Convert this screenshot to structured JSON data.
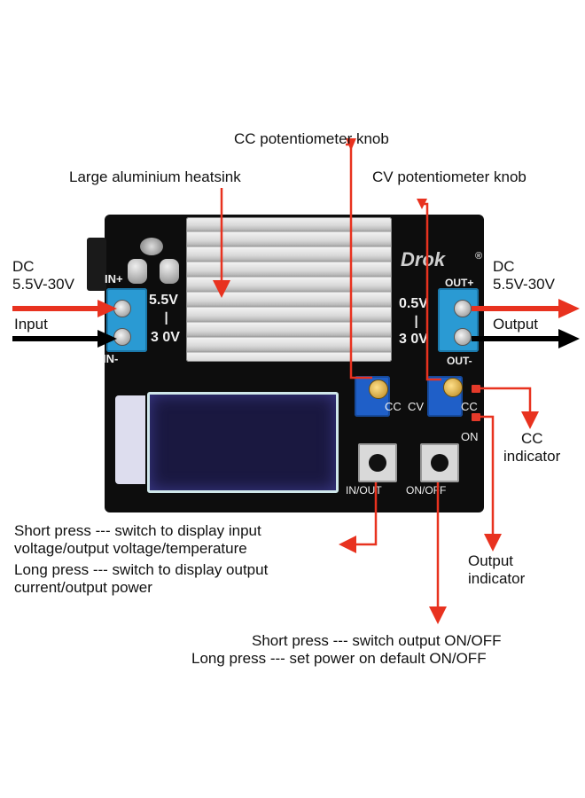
{
  "labels": {
    "cc_knob": "CC potentiometer knob",
    "heatsink": "Large aluminium heatsink",
    "cv_knob": "CV potentiometer knob",
    "input_dc": "DC",
    "input_range": "5.5V-30V",
    "input": "Input",
    "output_dc": "DC",
    "output_range": "5.5V-30V",
    "output": "Output",
    "cc_indicator_1": "CC",
    "cc_indicator_2": "indicator",
    "output_indicator_1": "Output",
    "output_indicator_2": "indicator",
    "inout_line1": "Short press --- switch to display input",
    "inout_line2": "voltage/output voltage/temperature",
    "inout_line3": "Long press --- switch to display output",
    "inout_line4": "current/output power",
    "onoff_line1": "Short press --- switch output ON/OFF",
    "onoff_line2": "Long press --- set power on default ON/OFF"
  },
  "board": {
    "brand": "Drok",
    "registered": "®",
    "in_plus": "IN+",
    "in_minus": "IN-",
    "left_v_top": "5.5V",
    "left_v_bottom": "3 0V",
    "out_plus": "OUT+",
    "out_minus": "OUT-",
    "right_v_top": "0.5V",
    "right_v_bottom": "3 0V",
    "cc": "CC",
    "cv": "CV",
    "led_cc": "CC",
    "led_on": "ON",
    "btn_inout": "IN/OUT",
    "btn_onoff": "ON/OFF"
  },
  "colors": {
    "annotation_red": "#e8321f",
    "input_arrow_red": "#e8321f",
    "arrow_black": "#000000",
    "board": "#0d0d0d",
    "terminal_blue": "#2a9ad3"
  }
}
